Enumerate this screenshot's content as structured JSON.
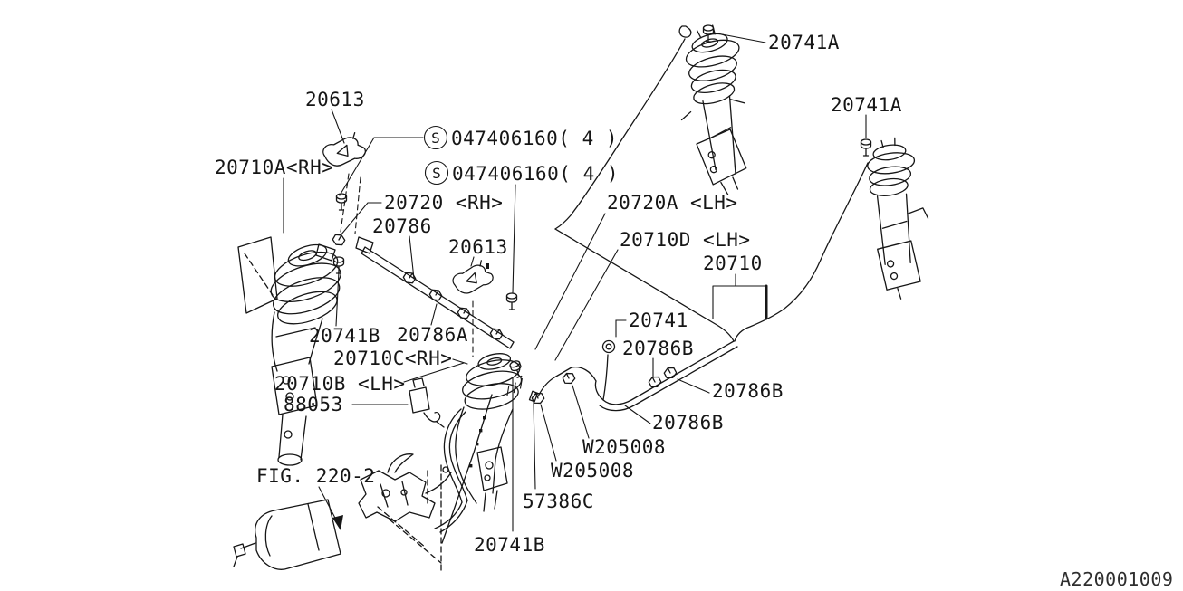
{
  "diagram": {
    "type": "parts-diagram",
    "subject": "rear air suspension strut and pneumatic tube routing",
    "ref_id": "A220001009"
  },
  "labels": {
    "p20613_top": "20613",
    "p20710a": "20710A<RH>",
    "s_mark": "S",
    "screw1": "047406160( 4 )",
    "screw2": "047406160( 4 )",
    "p20720rh": "20720 <RH>",
    "p20786": "20786",
    "p20613_mid": "20613",
    "p20720a_lh": "20720A <LH>",
    "p20710d_lh": "20710D <LH>",
    "p20710": "20710",
    "p20741a_top": "20741A",
    "p20741a_right": "20741A",
    "p20741": "20741",
    "p20741b_mid": "20741B",
    "p20786a": "20786A",
    "p20710c_rh": "20710C<RH>",
    "p20786b_top": "20786B",
    "p20786b_right": "20786B",
    "p20786b_low": "20786B",
    "p20710b_lh": "20710B <LH>",
    "p88053": "88053",
    "w205008_1": "W205008",
    "w205008_2": "W205008",
    "p57386c": "57386C",
    "p20741b_bottom": "20741B",
    "fig_ref": "FIG. 220-2",
    "ref_id": "A220001009"
  }
}
